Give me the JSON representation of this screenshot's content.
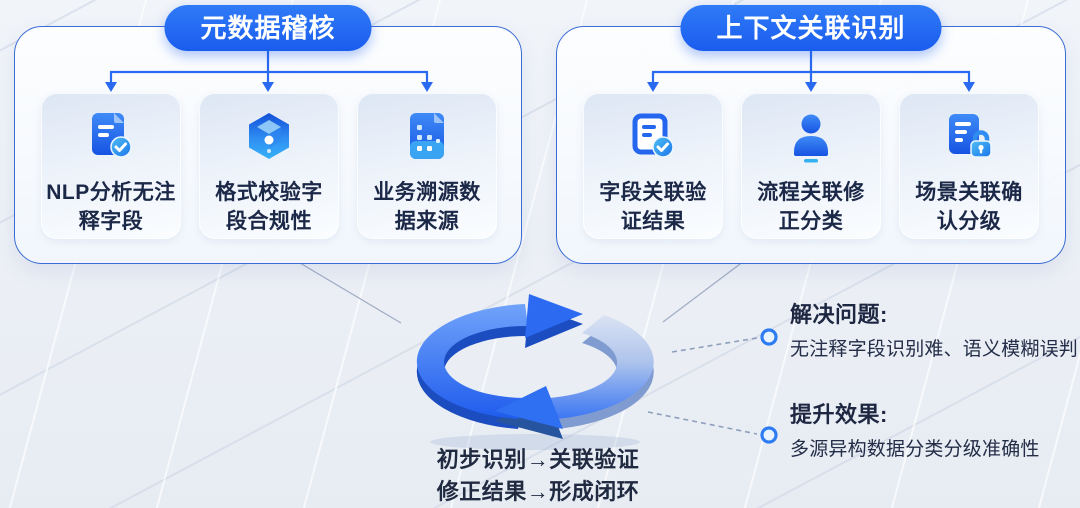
{
  "colors": {
    "primary_blue": "#1b63ef",
    "connector_blue": "#2a6af0",
    "panel_border": "#3a6cd6",
    "dark_text": "#1b2847",
    "background": "#edf1f7"
  },
  "panels": [
    {
      "title": "元数据稽核",
      "cards": [
        {
          "icon": "doc-check-icon",
          "label": "NLP分析无注\n释字段"
        },
        {
          "icon": "data-cube-icon",
          "label": "格式校验字\n段合规性"
        },
        {
          "icon": "data-file-icon",
          "label": "业务溯源数\n据来源"
        }
      ]
    },
    {
      "title": "上下文关联识别",
      "cards": [
        {
          "icon": "clipboard-check-icon",
          "label": "字段关联验\n证结果"
        },
        {
          "icon": "user-icon",
          "label": "流程关联修\n正分类"
        },
        {
          "icon": "doc-lock-icon",
          "label": "场景关联确\n认分级"
        }
      ]
    }
  ],
  "cycle": {
    "icon": "cycle-arrows-icon",
    "caption": "初步识别→关联验证\n修正结果→形成闭环"
  },
  "notes": [
    {
      "heading": "解决问题:",
      "body": "无注释字段识别难、语义模糊误判"
    },
    {
      "heading": "提升效果:",
      "body": "多源异构数据分类分级准确性"
    }
  ]
}
